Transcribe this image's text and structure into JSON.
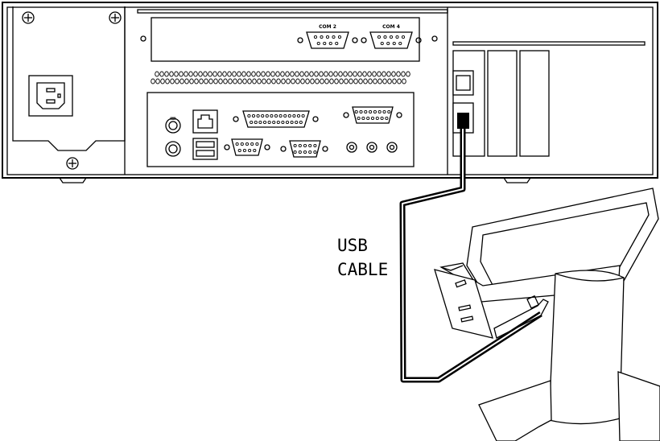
{
  "labels": {
    "com2": "COM 2",
    "com4": "COM 4",
    "cable_line1": "USB",
    "cable_line2": "CABLE"
  },
  "icons": {
    "ps2_port": "ps2-icon",
    "usb_port": "usb-icon",
    "lan_port": "ethernet-icon",
    "power_inlet": "power-inlet-icon"
  }
}
